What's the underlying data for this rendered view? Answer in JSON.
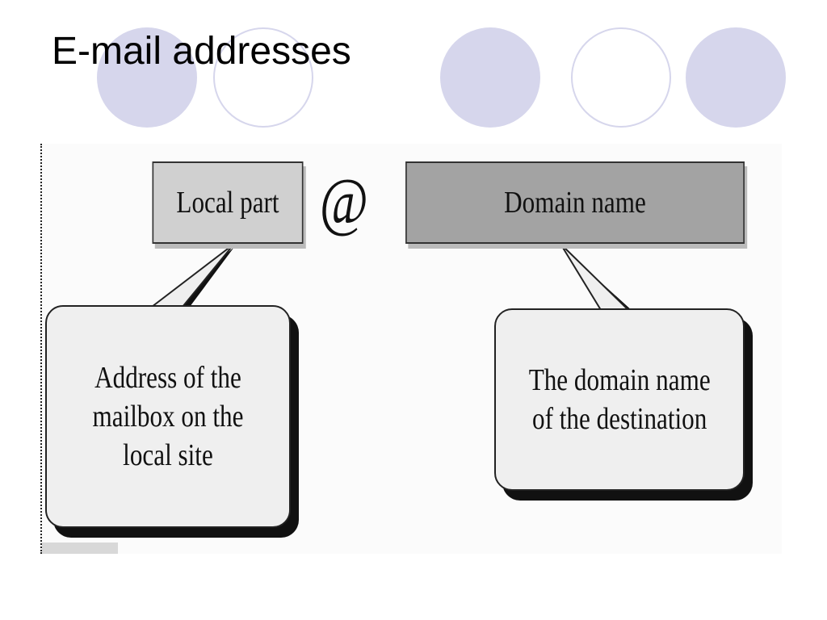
{
  "title": "E-mail addresses",
  "colors": {
    "circle_fill": "#d6d6ec",
    "local_box": "#d0d0d0",
    "domain_box": "#a3a3a3",
    "callout_fill": "#efefef"
  },
  "diagram": {
    "local_part_label": "Local part",
    "at_symbol": "@",
    "domain_label": "Domain name",
    "local_callout": {
      "lines": [
        "Address of the",
        "mailbox on the",
        "local site"
      ]
    },
    "domain_callout": {
      "lines": [
        "The domain name",
        "of the destination"
      ]
    }
  }
}
